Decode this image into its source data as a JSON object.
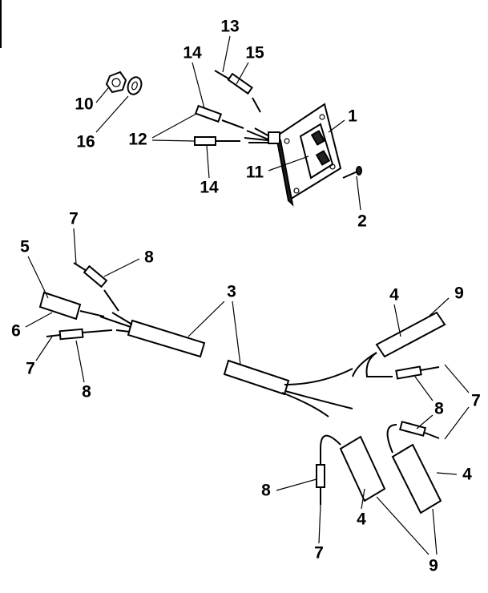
{
  "diagram": {
    "type": "exploded parts diagram",
    "callouts": [
      "13",
      "14",
      "15",
      "10",
      "16",
      "12",
      "1",
      "11",
      "14",
      "2",
      "7",
      "8",
      "5",
      "3",
      "4",
      "9",
      "6",
      "7",
      "8",
      "8",
      "7",
      "4",
      "8",
      "4",
      "7",
      "9"
    ]
  }
}
